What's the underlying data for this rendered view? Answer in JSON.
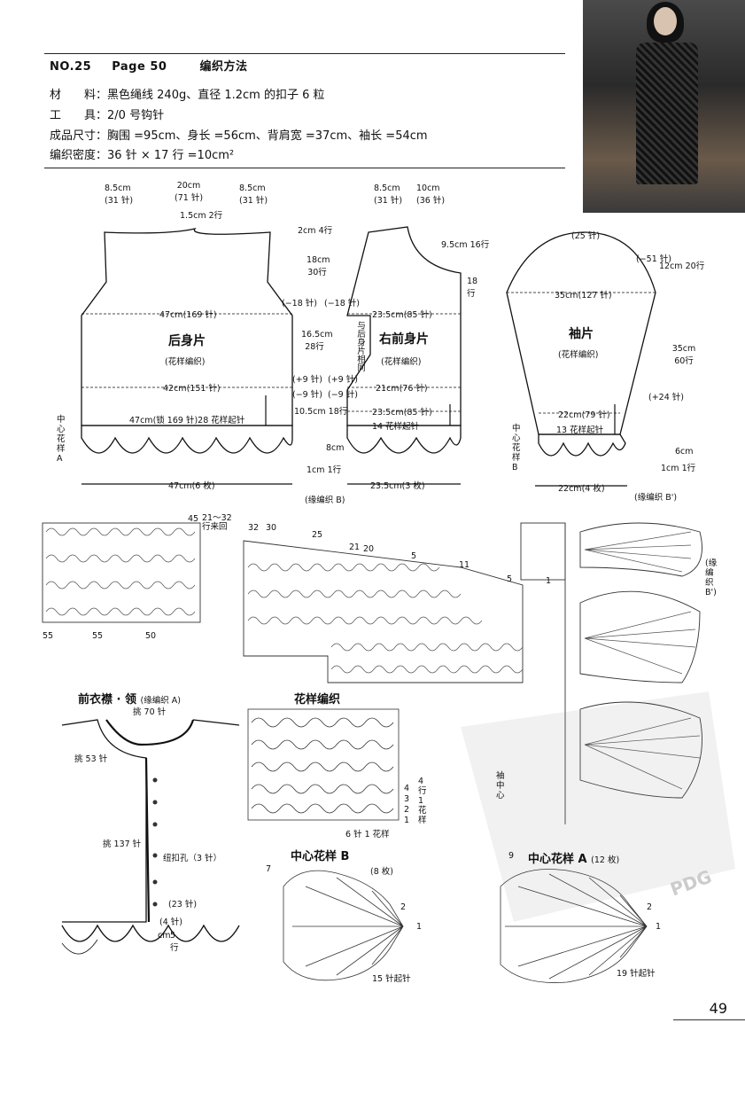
{
  "header": {
    "no": "NO.25",
    "page": "Page 50",
    "title": "编织方法"
  },
  "materials": [
    {
      "label": "材　　料",
      "value": "黑色绳线 240g、直径 1.2cm 的扣子 6 粒"
    },
    {
      "label": "工　　具",
      "value": "2/0 号钩针"
    },
    {
      "label": "成品尺寸",
      "value": "胸围 =95cm、身长 =56cm、背肩宽 =37cm、袖长 =54cm"
    },
    {
      "label": "编织密度",
      "value": "36 针 × 17 行 =10cm²"
    }
  ],
  "back": {
    "name": "后身片",
    "pattern": "(花样编织)",
    "top_left": "8.5cm",
    "top_left_st": "(31 针)",
    "top_mid": "20cm",
    "top_mid_st": "(71 针)",
    "top_right": "8.5cm",
    "top_right_st": "(31 针)",
    "neck": "1.5cm",
    "neck_rows": "2行",
    "shoulder": "2cm",
    "shoulder_rows": "4行",
    "armhole": "18cm",
    "armhole_rows": "30行",
    "w47": "47cm(169 针)",
    "w42": "42cm(151 针)",
    "bottom": "47cm(锁 169 针)28 花样起针",
    "border": "47cm(6 枚)",
    "center": "中心花样A",
    "dec_l": "(−18 针)",
    "dec_r": "(−18 针)",
    "side": "16.5cm",
    "side_rows": "28行",
    "inc_l": "(+9 针)",
    "inc_r": "(+9 针)",
    "dec2_l": "(−9 针)",
    "dec2_r": "(−9 针)",
    "waist": "10.5cm",
    "waist_rows": "18行",
    "hem": "8cm",
    "border_h": "1cm",
    "border_rows": "1行",
    "same_as_back": "与后身片相同"
  },
  "front": {
    "name": "右前身片",
    "pattern": "(花样编织)",
    "top_l": "8.5cm",
    "top_l_st": "(31 针)",
    "top_r": "10cm",
    "top_r_st": "(36 针)",
    "neck": "9.5cm",
    "neck_rows": "16行",
    "neck2_rows": "18行",
    "w1": "23.5cm(85 针)",
    "w2": "21cm(76 针)",
    "w3": "23.5cm(85 针)",
    "start": "14 花样起针",
    "border": "23.5cm(3 枚)",
    "border_name": "(缘编织 B)"
  },
  "sleeve": {
    "name": "袖片",
    "pattern": "(花样编织)",
    "top": "(25 针)",
    "dec": "(−51 针)",
    "cap": "12cm",
    "cap_rows": "20行",
    "w1": "35cm(127 针)",
    "len": "35cm",
    "len_rows": "60行",
    "inc": "(+24 针)",
    "w2": "22cm(79 针)",
    "start": "13 花样起针",
    "hem": "6cm",
    "border_h": "1cm",
    "border_rows": "1行",
    "border": "22cm(4 枚)",
    "border_name": "(缘编织 B')",
    "center": "中心花样B"
  },
  "chart_top": {
    "marks": [
      "45",
      "21～32行来回",
      "32",
      "30",
      "25",
      "21",
      "20",
      "11",
      "5",
      "1",
      "5",
      "55",
      "55",
      "50"
    ],
    "edge_label": "(缘编织 B')",
    "center_label": "袖中心"
  },
  "collar": {
    "title": "前衣襟 · 领",
    "sub": "(缘编织 A)",
    "pick70": "挑 70 针",
    "pick53": "挑 53 针",
    "pick137": "挑 137 针",
    "btn": "纽扣孔（3 针）",
    "st23": "(23 针)",
    "st4": "(4 针)",
    "cm": "cm",
    "rows": "5行"
  },
  "stitch": {
    "title": "花样编织",
    "repeat": "6 针 1 花样",
    "rows": [
      "4",
      "3",
      "2",
      "1"
    ],
    "side": "4行1花样"
  },
  "motif_b": {
    "title": "中心花样 B",
    "count": "(8 枚)",
    "start": "15 针起针",
    "r7": "7",
    "r2": "2",
    "r1": "1"
  },
  "motif_a": {
    "title": "中心花样 A",
    "count": "(12 枚)",
    "start": "19 针起针",
    "r9": "9",
    "r2": "2",
    "r1": "1"
  },
  "page_number": "49",
  "watermark": "PDG"
}
